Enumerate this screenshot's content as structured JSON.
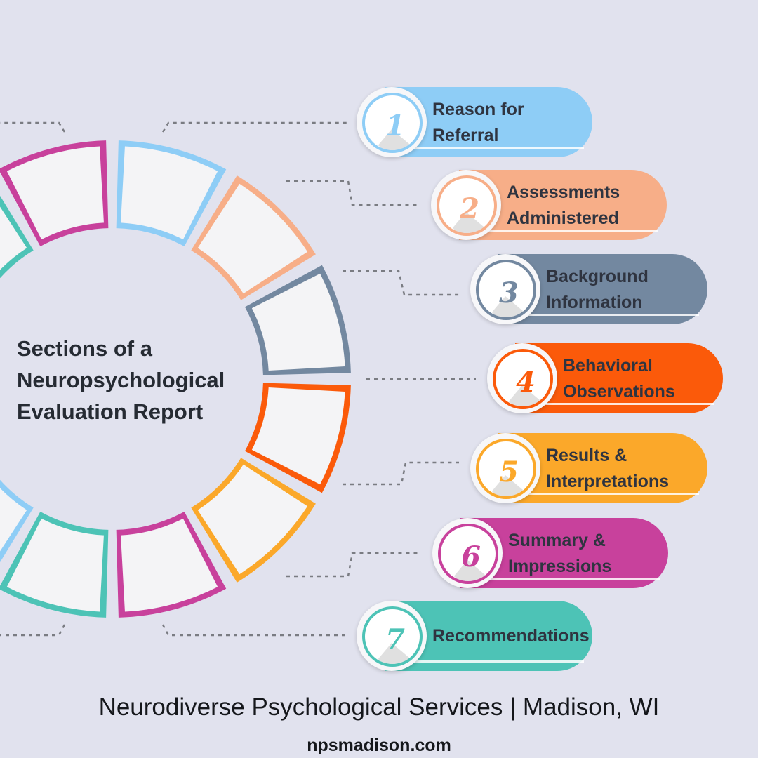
{
  "title_lines": [
    "Sections of a",
    "Neuropsychological",
    "Evaluation Report"
  ],
  "steps": [
    {
      "number": "1",
      "lines": [
        "Reason for",
        "Referral"
      ],
      "color": "#8ecdf6"
    },
    {
      "number": "2",
      "lines": [
        "Assessments",
        "Administered"
      ],
      "color": "#f7ae88"
    },
    {
      "number": "3",
      "lines": [
        "Background",
        "Information"
      ],
      "color": "#7388a0"
    },
    {
      "number": "4",
      "lines": [
        "Behavioral",
        "Observations"
      ],
      "color": "#fb5a0a"
    },
    {
      "number": "5",
      "lines": [
        "Results &",
        "Interpretations"
      ],
      "color": "#fba82a"
    },
    {
      "number": "6",
      "lines": [
        "Summary &",
        "Impressions"
      ],
      "color": "#c8419c"
    },
    {
      "number": "7",
      "lines": [
        "Recommendations"
      ],
      "color": "#4dc3b6"
    }
  ],
  "footer": {
    "org": "Neurodiverse Psychological Services | Madison, WI",
    "site": "npsmadison.com"
  }
}
